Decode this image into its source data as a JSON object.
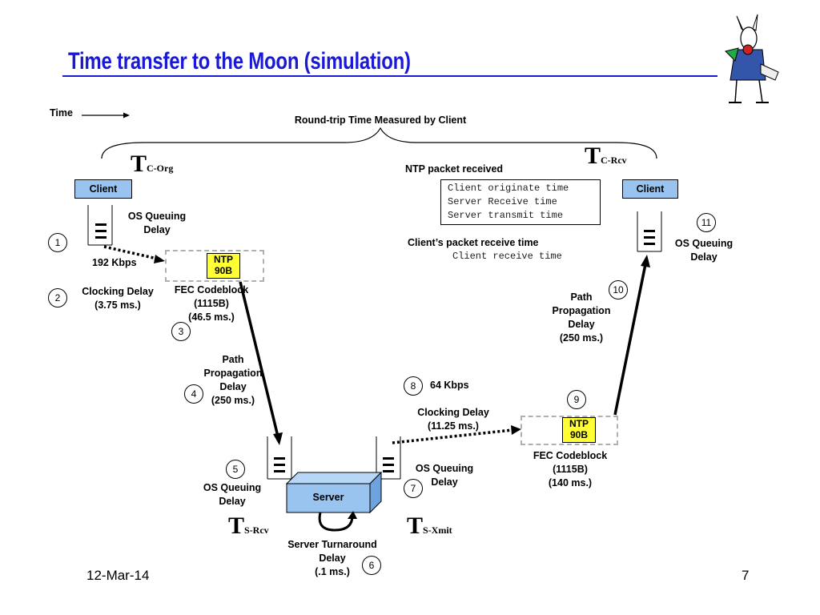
{
  "slide": {
    "title": "Time transfer to the Moon (simulation)",
    "date": "12-Mar-14",
    "page_number": "7"
  },
  "time_label": "Time",
  "round_trip_label": "Round-trip Time Measured by Client",
  "timestamps": {
    "c_org": {
      "t": "T",
      "sub": "C-Org"
    },
    "c_rcv": {
      "t": "T",
      "sub": "C-Rcv"
    },
    "s_rcv": {
      "t": "T",
      "sub": "S-Rcv"
    },
    "s_xmit": {
      "t": "T",
      "sub": "S-Xmit"
    }
  },
  "client_left": "Client",
  "client_right": "Client",
  "server": "Server",
  "ntp_packet_received": "NTP packet received",
  "ntp_fields": [
    "Client originate time",
    "Server Receive time",
    "Server transmit time"
  ],
  "client_packet_receive": "Client’s packet receive time",
  "client_receive_field": "Client receive time",
  "steps": [
    "1",
    "2",
    "3",
    "4",
    "5",
    "6",
    "7",
    "8",
    "9",
    "10",
    "11"
  ],
  "labels": {
    "os_queuing_1": [
      "OS Queuing",
      "Delay"
    ],
    "rate_192": "192 Kbps",
    "clocking_1": [
      "Clocking Delay",
      "(3.75 ms.)"
    ],
    "ntp_1": [
      "NTP",
      "90B"
    ],
    "fec_1": [
      "FEC Codeblock",
      "(1115B)",
      "(46.5 ms.)"
    ],
    "path_1": [
      "Path",
      "Propagation",
      "Delay",
      "(250 ms.)"
    ],
    "os_queuing_5": [
      "OS Queuing",
      "Delay"
    ],
    "turnaround": [
      "Server Turnaround",
      "Delay",
      "(.1 ms.)"
    ],
    "os_queuing_7": [
      "OS Queuing",
      "Delay"
    ],
    "rate_64": "64 Kbps",
    "clocking_8": [
      "Clocking Delay",
      "(11.25 ms.)"
    ],
    "ntp_2": [
      "NTP",
      "90B"
    ],
    "fec_2": [
      "FEC Codeblock",
      "(1115B)",
      "(140 ms.)"
    ],
    "path_2": [
      "Path",
      "Propagation",
      "Delay",
      "(250 ms.)"
    ],
    "os_queuing_11": [
      "OS Queuing",
      "Delay"
    ]
  },
  "colors": {
    "title": "#1a1ad6",
    "client_box": "#99c4f0",
    "ntp_box": "#ffff33",
    "server_box": "#99c4f0"
  },
  "icons": {
    "logo": "white-rabbit-icon"
  }
}
